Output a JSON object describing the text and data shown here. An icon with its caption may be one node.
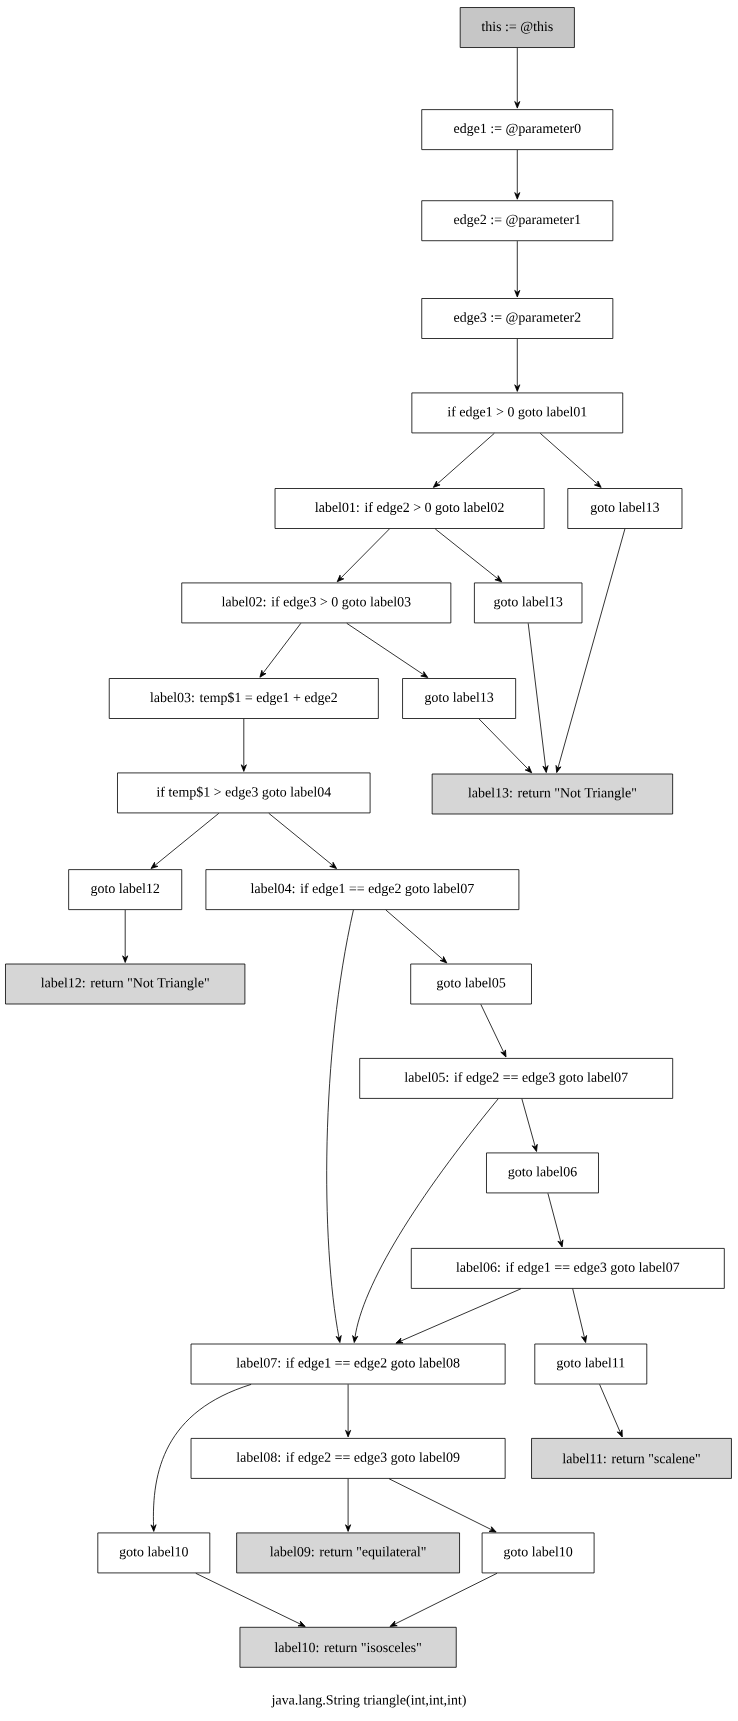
{
  "diagram": {
    "caption": "java.lang.String triangle(int,int,int)",
    "nodes": [
      {
        "text": [
          "this := @this"
        ]
      },
      {
        "text": [
          "edge1 := @parameter0"
        ]
      },
      {
        "text": [
          "edge2 := @parameter1"
        ]
      },
      {
        "text": [
          "edge3 := @parameter2"
        ]
      },
      {
        "text": [
          "if edge1 > 0 goto label01"
        ]
      },
      {
        "text": [
          "label01: if edge2 > 0 goto label02"
        ]
      },
      {
        "text": [
          "goto label13"
        ]
      },
      {
        "text": [
          "label02: if edge3 > 0 goto label03"
        ]
      },
      {
        "text": [
          "goto label13"
        ]
      },
      {
        "text": [
          "label03: temp$1 = edge1 + edge2"
        ]
      },
      {
        "text": [
          "goto label13"
        ]
      },
      {
        "text": [
          "label13: return \"Not Triangle\""
        ]
      },
      {
        "text": [
          "if temp$1 > edge3 goto label04"
        ]
      },
      {
        "text": [
          "goto label12"
        ]
      },
      {
        "text": [
          "label04: if edge1 == edge2 goto label07"
        ]
      },
      {
        "text": [
          "label12: return \"Not Triangle\""
        ]
      },
      {
        "text": [
          "goto label05"
        ]
      },
      {
        "text": [
          "label05: if edge2 == edge3 goto label07"
        ]
      },
      {
        "text": [
          "goto label06"
        ]
      },
      {
        "text": [
          "label06: if edge1 == edge3 goto label07"
        ]
      },
      {
        "text": [
          "label07: if edge1 == edge2 goto label08"
        ]
      },
      {
        "text": [
          "goto label11"
        ]
      },
      {
        "text": [
          "label11: return \"scalene\""
        ]
      },
      {
        "text": [
          "label08: if edge2 == edge3 goto label09"
        ]
      },
      {
        "text": [
          "goto label10"
        ]
      },
      {
        "text": [
          "label09: return \"equilateral\""
        ]
      },
      {
        "text": [
          "goto label10"
        ]
      },
      {
        "text": [
          "label10: return \"isosceles\""
        ]
      }
    ],
    "edges": [
      {
        "from": 0,
        "to": 1,
        "arrow": "to"
      },
      {
        "from": 1,
        "to": 2,
        "arrow": "to"
      },
      {
        "from": 2,
        "to": 3,
        "arrow": "to"
      },
      {
        "from": 3,
        "to": 4,
        "arrow": "to"
      },
      {
        "from": 4,
        "to": 5,
        "arrow": "to"
      },
      {
        "from": 4,
        "to": 6,
        "arrow": "to"
      },
      {
        "from": 5,
        "to": 7,
        "arrow": "to"
      },
      {
        "from": 5,
        "to": 8,
        "arrow": "to"
      },
      {
        "from": 6,
        "to": 11,
        "arrow": "to"
      },
      {
        "from": 7,
        "to": 9,
        "arrow": "to"
      },
      {
        "from": 7,
        "to": 10,
        "arrow": "to"
      },
      {
        "from": 8,
        "to": 11,
        "arrow": "to"
      },
      {
        "from": 10,
        "to": 11,
        "arrow": "to"
      },
      {
        "from": 9,
        "to": 12,
        "arrow": "to"
      },
      {
        "from": 12,
        "to": 13,
        "arrow": "to"
      },
      {
        "from": 12,
        "to": 14,
        "arrow": "to"
      },
      {
        "from": 13,
        "to": 15,
        "arrow": "to"
      },
      {
        "from": 14,
        "to": 20,
        "arrow": "to"
      },
      {
        "from": 14,
        "to": 16,
        "arrow": "to"
      },
      {
        "from": 16,
        "to": 17,
        "arrow": "to"
      },
      {
        "from": 17,
        "to": 20,
        "arrow": "to"
      },
      {
        "from": 17,
        "to": 18,
        "arrow": "to"
      },
      {
        "from": 18,
        "to": 19,
        "arrow": "to"
      },
      {
        "from": 19,
        "to": 20,
        "arrow": "to"
      },
      {
        "from": 19,
        "to": 21,
        "arrow": "to"
      },
      {
        "from": 21,
        "to": 22,
        "arrow": "to"
      },
      {
        "from": 20,
        "to": 24,
        "arrow": "to"
      },
      {
        "from": 20,
        "to": 23,
        "arrow": "to"
      },
      {
        "from": 23,
        "to": 25,
        "arrow": "to"
      },
      {
        "from": 23,
        "to": 26,
        "arrow": "to"
      },
      {
        "from": 24,
        "to": 27,
        "arrow": "to"
      },
      {
        "from": 26,
        "to": 27,
        "arrow": "to"
      }
    ]
  }
}
